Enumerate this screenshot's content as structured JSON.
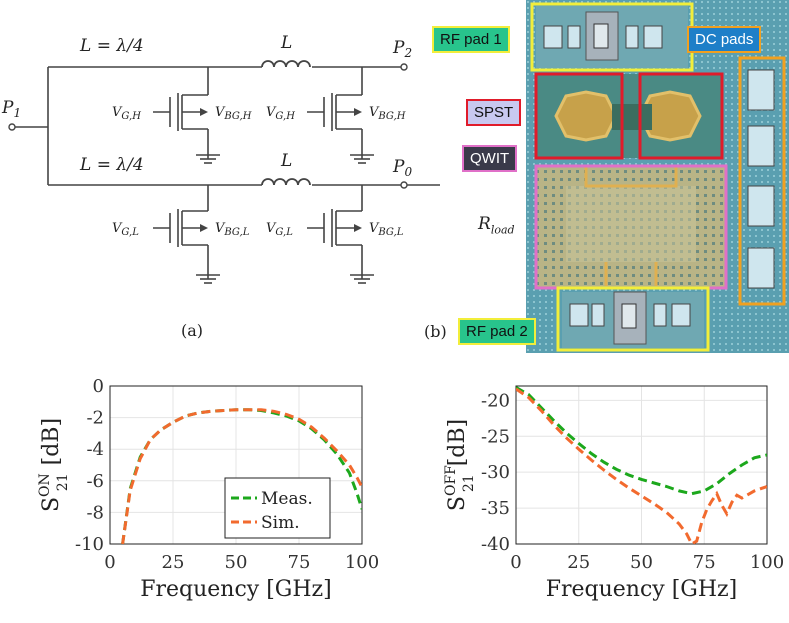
{
  "schematic": {
    "length_top": "L = λ/4",
    "length_bottom": "L = λ/4",
    "inductor_top": "L",
    "inductor_bottom": "L",
    "port_1": "P",
    "port_1_sub": "1",
    "port_2": "P",
    "port_2_sub": "2",
    "port_0": "P",
    "port_0_sub": "0",
    "vg_h": "V",
    "vg_h_sub": "G,H",
    "vbg_h": "V",
    "vbg_h_sub": "BG,H",
    "vg_l": "V",
    "vg_l_sub": "G,L",
    "vbg_l": "V",
    "vbg_l_sub": "BG,L",
    "rload": "R",
    "rload_sub": "load",
    "caption": "(a)"
  },
  "chip": {
    "caption": "(b)",
    "labels": {
      "rf_pad_1": "RF pad 1",
      "dc_pads": "DC pads",
      "spst": "SPST",
      "qwit": "QWIT",
      "rf_pad_2": "RF pad 2"
    },
    "colors": {
      "rf_pad": "#f2ee3a",
      "dc_pad": "#f0a020",
      "spst": "#e01b2a",
      "qwit": "#e070c8",
      "label_green": "#28c48c",
      "label_blue": "#1e7fc8",
      "label_lavender": "#c8c8f0",
      "label_dark": "#3a3a4a"
    }
  },
  "chart_data": [
    {
      "type": "line",
      "ylabel_main": "S",
      "ylabel_sub": "21",
      "ylabel_sup": "ON",
      "ylabel_unit": "[dB]",
      "xlabel": "Frequency [GHz]",
      "xlim": [
        0,
        100
      ],
      "ylim": [
        -10,
        0
      ],
      "xticks": [
        "0",
        "25",
        "50",
        "75",
        "100"
      ],
      "yticks": [
        "0",
        "-2",
        "-4",
        "-6",
        "-8",
        "-10"
      ],
      "legend": "center-right",
      "series": [
        {
          "name": "Meas.",
          "color": "#1ca81c",
          "dash": "dashed",
          "x": [
            5,
            8,
            12,
            16,
            20,
            25,
            30,
            35,
            40,
            45,
            50,
            55,
            60,
            65,
            70,
            75,
            80,
            85,
            90,
            95,
            98,
            100
          ],
          "y": [
            -10,
            -6.5,
            -4.5,
            -3.4,
            -2.8,
            -2.3,
            -1.9,
            -1.7,
            -1.6,
            -1.55,
            -1.5,
            -1.5,
            -1.55,
            -1.7,
            -1.9,
            -2.2,
            -2.7,
            -3.4,
            -4.3,
            -5.5,
            -6.8,
            -7.8
          ]
        },
        {
          "name": "Sim.",
          "color": "#f26a2e",
          "dash": "dashed",
          "x": [
            5,
            8,
            12,
            16,
            20,
            25,
            30,
            35,
            40,
            45,
            50,
            55,
            60,
            65,
            70,
            75,
            80,
            85,
            90,
            95,
            98,
            100
          ],
          "y": [
            -10,
            -6.6,
            -4.6,
            -3.4,
            -2.8,
            -2.3,
            -1.9,
            -1.7,
            -1.6,
            -1.55,
            -1.5,
            -1.5,
            -1.5,
            -1.6,
            -1.8,
            -2.1,
            -2.6,
            -3.3,
            -4.1,
            -5.0,
            -5.8,
            -6.4
          ]
        }
      ]
    },
    {
      "type": "line",
      "ylabel_main": "S",
      "ylabel_sub": "21",
      "ylabel_sup": "OFF",
      "ylabel_unit": "[dB]",
      "xlabel": "Frequency [GHz]",
      "xlim": [
        0,
        100
      ],
      "ylim": [
        -40,
        -18
      ],
      "xticks": [
        "0",
        "25",
        "50",
        "75",
        "100"
      ],
      "yticks": [
        "-20",
        "-25",
        "-30",
        "-35",
        "-40"
      ],
      "legend": "none",
      "series": [
        {
          "name": "Meas.",
          "color": "#1ca81c",
          "dash": "dashed",
          "x": [
            0,
            5,
            10,
            15,
            20,
            25,
            30,
            35,
            40,
            45,
            50,
            55,
            60,
            65,
            70,
            75,
            80,
            85,
            90,
            95,
            100
          ],
          "y": [
            -18.2,
            -19.2,
            -21.0,
            -22.8,
            -24.5,
            -26.0,
            -27.4,
            -28.6,
            -29.6,
            -30.4,
            -31.0,
            -31.5,
            -32.0,
            -32.6,
            -33.0,
            -32.6,
            -31.6,
            -30.2,
            -29.0,
            -28.0,
            -27.6
          ]
        },
        {
          "name": "Sim.",
          "color": "#f26a2e",
          "dash": "dashed",
          "x": [
            0,
            5,
            10,
            15,
            20,
            25,
            30,
            35,
            40,
            45,
            50,
            55,
            60,
            65,
            68,
            70,
            72,
            74,
            76,
            78,
            80,
            82,
            84,
            86,
            88,
            90,
            95,
            100
          ],
          "y": [
            -18.4,
            -19.6,
            -21.4,
            -23.4,
            -25.2,
            -26.8,
            -28.3,
            -29.7,
            -31.0,
            -32.2,
            -33.3,
            -34.4,
            -35.6,
            -37.2,
            -38.6,
            -40.0,
            -39.6,
            -37.0,
            -35.2,
            -34.0,
            -33.0,
            -34.6,
            -35.8,
            -34.2,
            -33.2,
            -33.6,
            -32.6,
            -32.0
          ]
        }
      ]
    }
  ]
}
